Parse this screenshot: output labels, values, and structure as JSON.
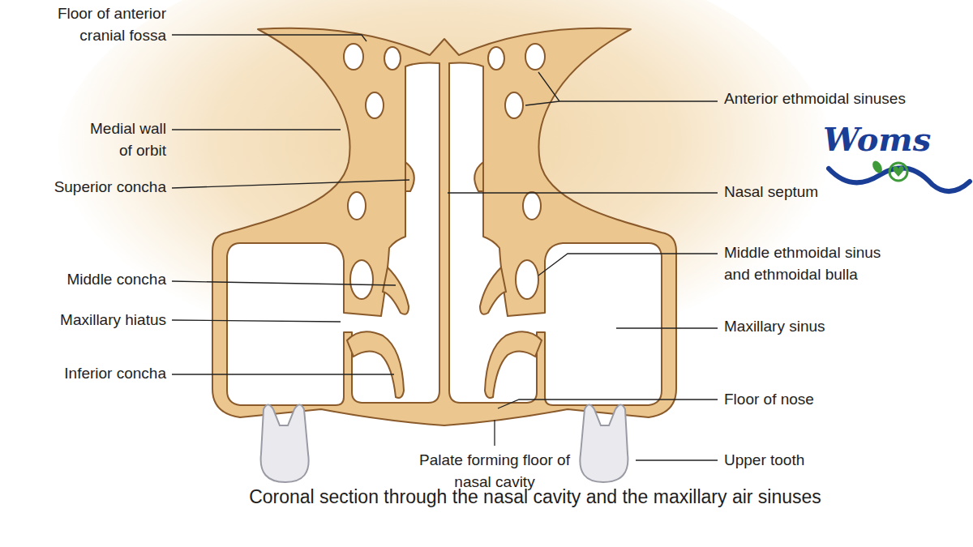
{
  "diagram": {
    "caption": "Coronal section through the nasal cavity and the maxillary air sinuses",
    "labels": [
      "Floor of anterior cranial fossa",
      "Medial wall of orbit",
      "Superior concha",
      "Middle concha",
      "Maxillary hiatus",
      "Inferior concha",
      "Anterior ethmoidal sinuses",
      "Nasal septum",
      "Middle ethmoidal sinus and ethmoidal bulla",
      "Maxillary sinus",
      "Floor of nose",
      "Upper tooth",
      "Palate forming floor of nasal cavity",
      "Woms"
    ]
  }
}
